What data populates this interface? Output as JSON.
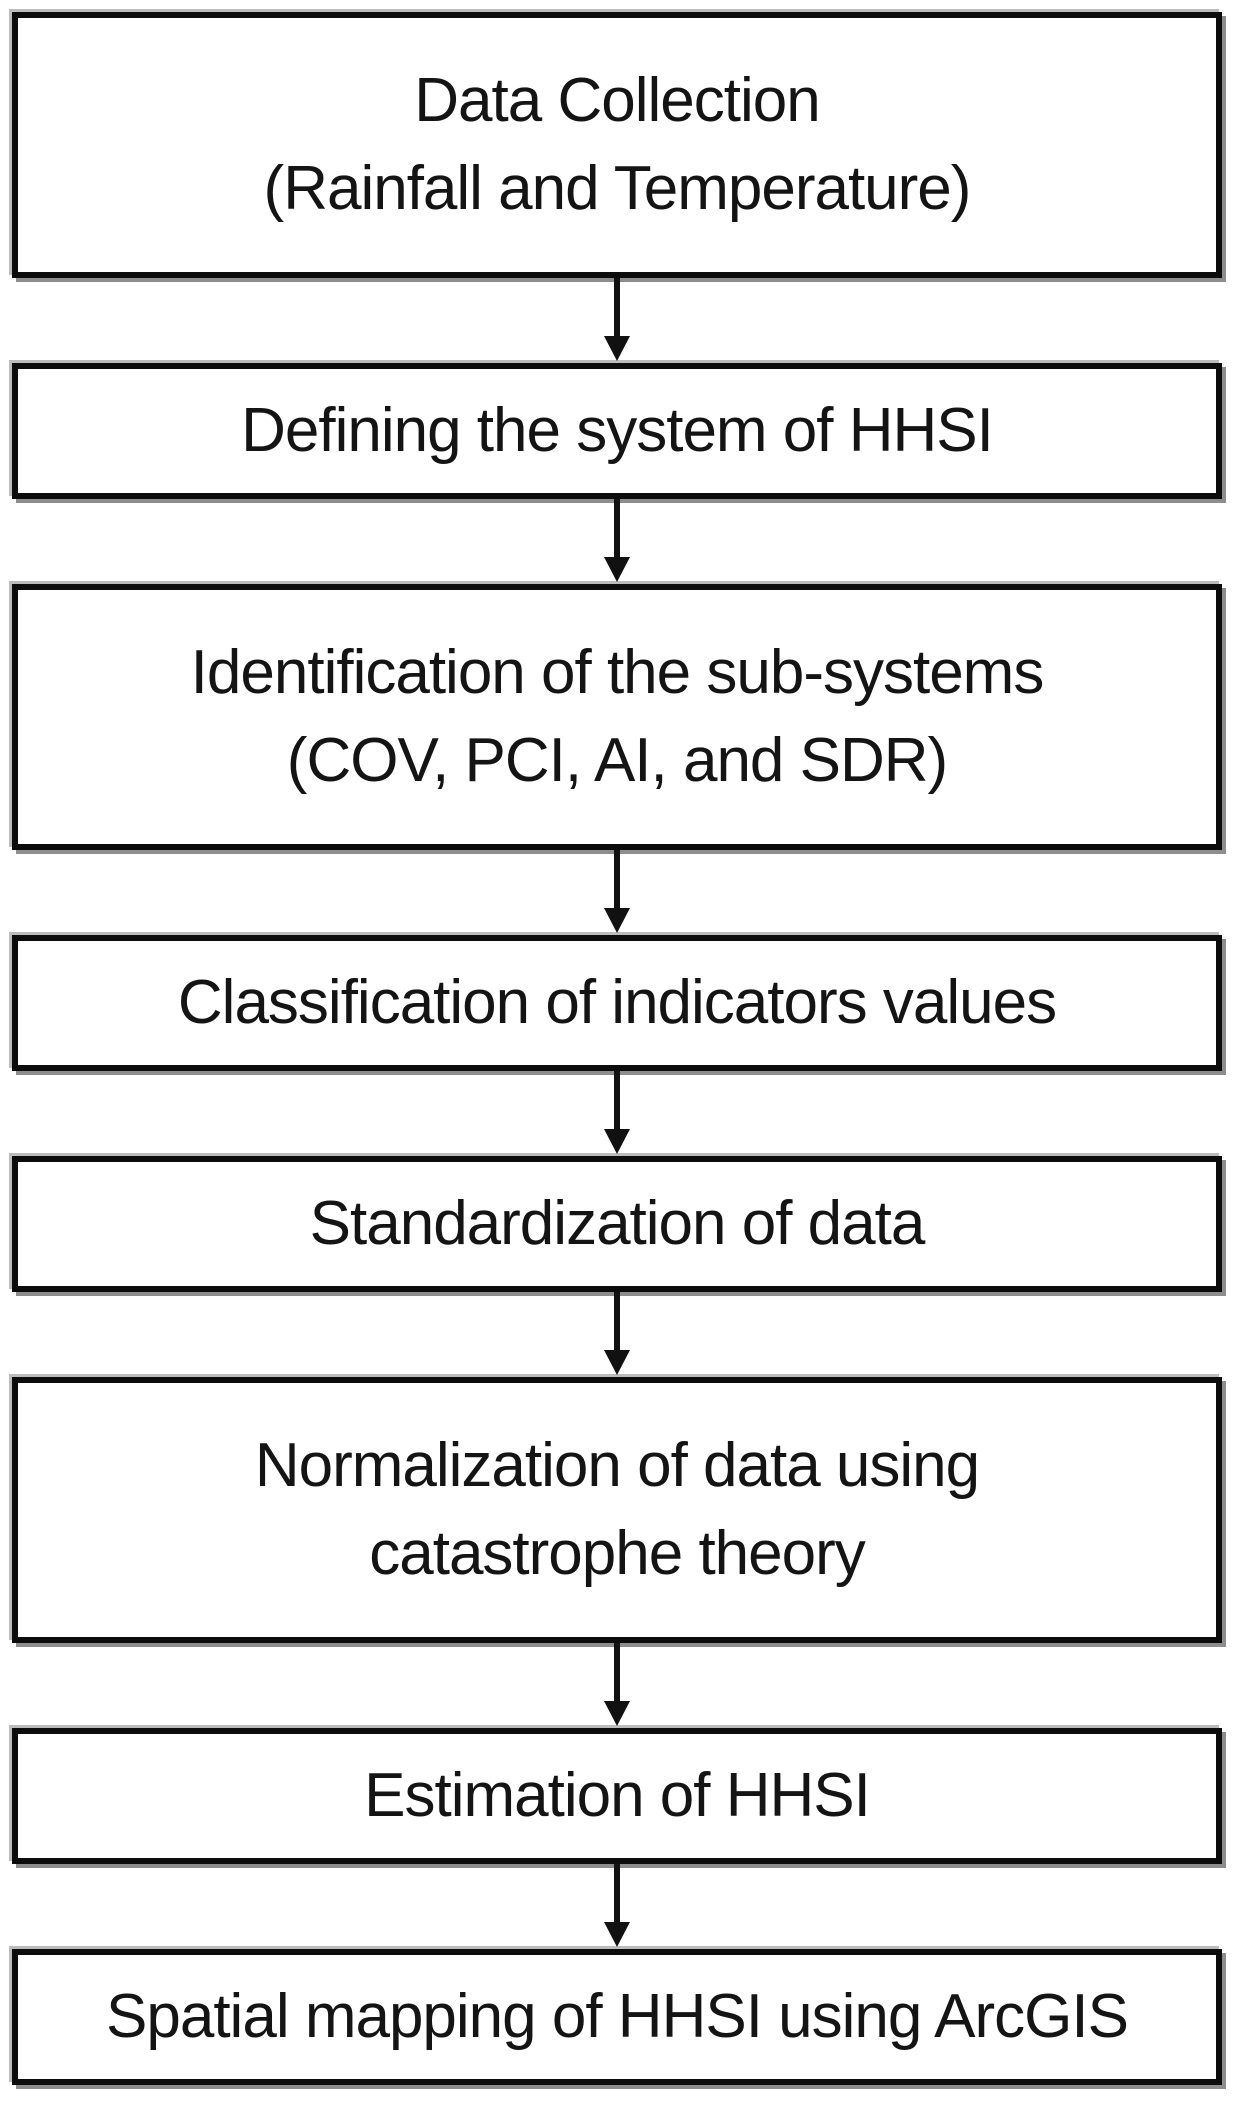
{
  "diagram": {
    "type": "flowchart",
    "direction": "top-down",
    "connector_icon": "down-arrow",
    "colors": {
      "background": "#ffffff",
      "box_fill": "#ffffff",
      "box_border": "#0c0c0c",
      "box_shadow": "#8d8d8d",
      "text": "#141414",
      "arrow": "#111111"
    },
    "steps": [
      {
        "name": "data-collection",
        "lines": [
          "Data Collection",
          "(Rainfall and Temperature)"
        ]
      },
      {
        "name": "defining-system",
        "lines": [
          "Defining the system of HHSI"
        ]
      },
      {
        "name": "identification-subsystems",
        "lines": [
          "Identification of the sub-systems",
          "(COV, PCI, AI, and SDR)"
        ]
      },
      {
        "name": "classification-indicators",
        "lines": [
          "Classification of indicators values"
        ]
      },
      {
        "name": "standardization",
        "lines": [
          "Standardization of data"
        ]
      },
      {
        "name": "normalization",
        "lines": [
          "Normalization of data using",
          "catastrophe theory"
        ]
      },
      {
        "name": "estimation",
        "lines": [
          "Estimation of HHSI"
        ]
      },
      {
        "name": "spatial-mapping",
        "lines": [
          "Spatial mapping of HHSI using ArcGIS"
        ]
      }
    ]
  }
}
